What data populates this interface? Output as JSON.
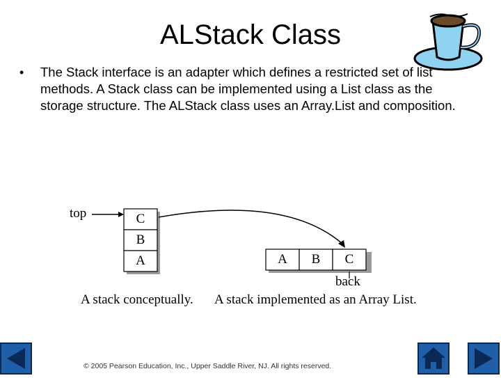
{
  "slide": {
    "title": "ALStack Class",
    "bullet": "The Stack interface is an adapter which defines a restricted set of list methods.   A Stack class can be implemented using a List class as the storage structure.  The ALStack class uses an Array.List and composition."
  },
  "figure": {
    "top_label": "top",
    "stack_cells": [
      "C",
      "B",
      "A"
    ],
    "list_cells": [
      "A",
      "B",
      "C"
    ],
    "back_label": "back",
    "caption_conceptual": "A stack conceptually.",
    "caption_implemented": "A stack implemented as an Array List."
  },
  "footer": {
    "copyright": "© 2005 Pearson Education, Inc., Upper Saddle River, NJ.  All rights reserved."
  },
  "nav": {
    "prev_icon": "arrow-left-icon",
    "home_icon": "home-icon",
    "next_icon": "arrow-right-icon"
  },
  "colors": {
    "nav_blue": "#1f5fa8",
    "nav_border": "#0a2a55",
    "cup_blue": "#8fd3f0"
  }
}
